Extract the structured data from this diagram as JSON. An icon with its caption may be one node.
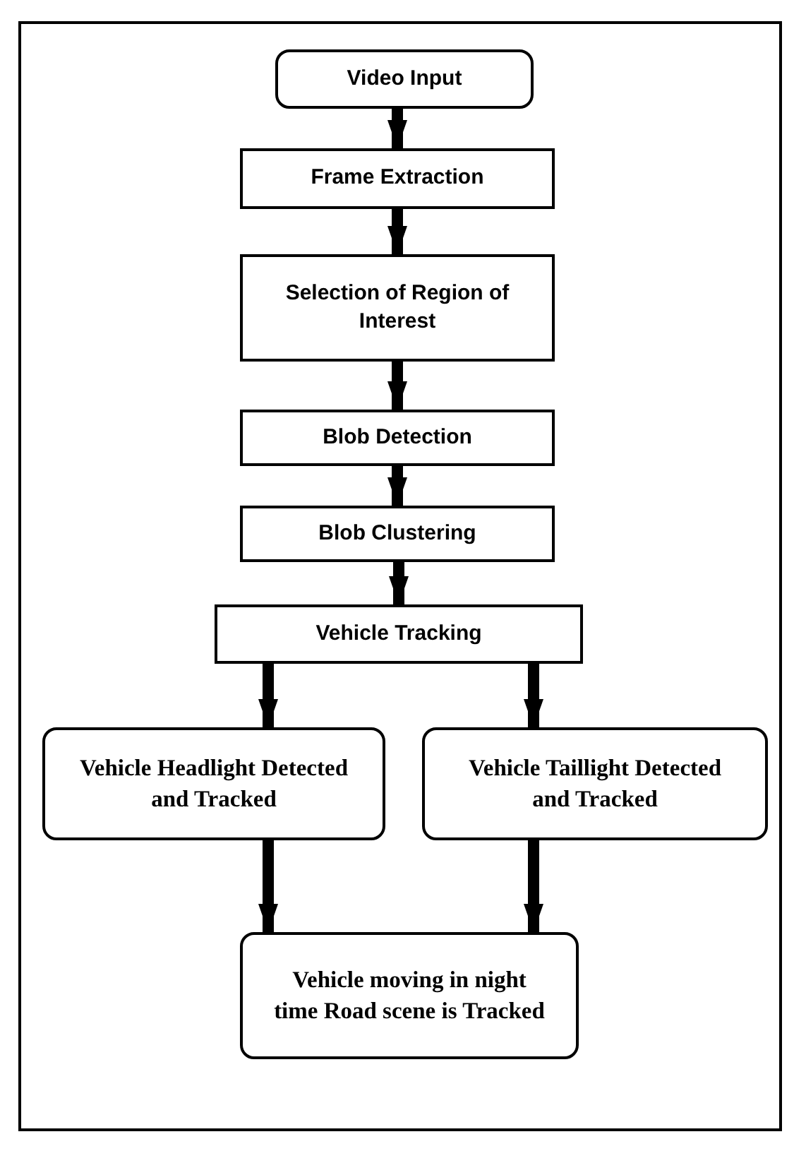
{
  "diagram": {
    "nodes": [
      {
        "text": [
          "Video Input"
        ]
      },
      {
        "text": [
          "Frame Extraction"
        ]
      },
      {
        "text": [
          "Selection of Region of Interest"
        ]
      },
      {
        "text": [
          "Blob Detection"
        ]
      },
      {
        "text": [
          "Blob Clustering"
        ]
      },
      {
        "text": [
          "Vehicle Tracking"
        ]
      },
      {
        "text": [
          "Vehicle Headlight Detected and Tracked"
        ]
      },
      {
        "text": [
          "Vehicle Taillight Detected and Tracked"
        ]
      },
      {
        "text": [
          "Vehicle moving in night time Road scene is Tracked"
        ]
      }
    ],
    "edges": [
      {
        "from": 0,
        "to": 1,
        "arrow": "to"
      },
      {
        "from": 1,
        "to": 2,
        "arrow": "to"
      },
      {
        "from": 2,
        "to": 3,
        "arrow": "to"
      },
      {
        "from": 3,
        "to": 4,
        "arrow": "to"
      },
      {
        "from": 4,
        "to": 5,
        "arrow": "to"
      },
      {
        "from": 5,
        "to": 6,
        "arrow": "to"
      },
      {
        "from": 5,
        "to": 7,
        "arrow": "to"
      },
      {
        "from": 6,
        "to": 8,
        "arrow": "to"
      },
      {
        "from": 7,
        "to": 8,
        "arrow": "to"
      }
    ]
  }
}
